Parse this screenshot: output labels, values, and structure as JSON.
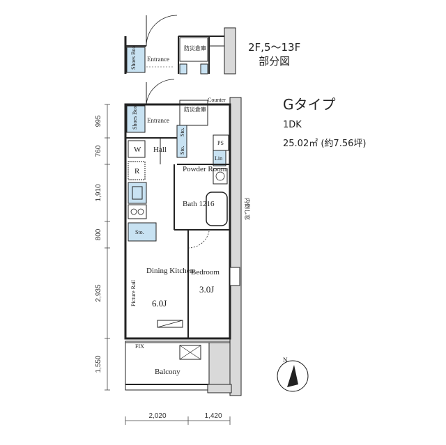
{
  "floor_note": {
    "line1": "2F,5～13F",
    "line2": "部分図"
  },
  "type_title": "Gタイプ",
  "layout_code": "1DK",
  "area_text": "25.02㎡ (約7.56坪)",
  "rooms": {
    "entrance_top": "Entrance",
    "entrance": "Entrance",
    "shoes_box_1": "Shoes Box",
    "shoes_box_2": "Shoes Box",
    "storage_label": "防災倉庫",
    "storage_label_2": "防災倉庫",
    "counter": "Counter",
    "hall": "Hall",
    "washer": "W",
    "fridge": "R",
    "sto_1": "Sto.",
    "sto_2": "Sto.",
    "sto_3": "Sto.",
    "ps": "PS",
    "lin": "Lin",
    "powder_room": "Powder Room",
    "bath": "Bath 1216",
    "dining_kitchen": "Dining Kitchen",
    "dk_size": "6.0J",
    "bedroom": "Bedroom",
    "bedroom_size": "3.0J",
    "picture_rail": "Picture Rail",
    "window_note": "内倒し窓",
    "fix": "FIX",
    "balcony": "Balcony"
  },
  "dimensions": {
    "vertical": [
      "995",
      "760",
      "1,910",
      "800",
      "2,935",
      "1,550"
    ],
    "horizontal": [
      "2,020",
      "1,420"
    ]
  },
  "compass": {
    "north": "N"
  },
  "colors": {
    "storage_fill": "#c8e2f2",
    "wall": "#222222",
    "outer_fill": "#d9d9d9"
  }
}
